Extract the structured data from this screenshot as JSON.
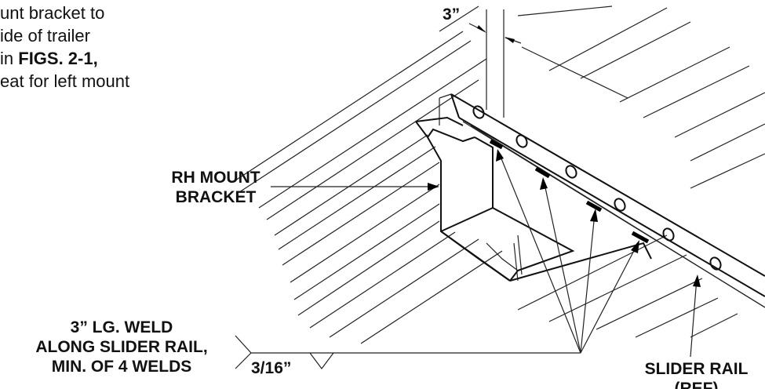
{
  "intro_text": {
    "line1": "unt bracket to",
    "line2": "ide of trailer",
    "line3_plain": "in ",
    "line3_bold": "FIGS. 2-1,",
    "line4": "eat for left mount"
  },
  "labels": {
    "dimension_top": "3”",
    "rh_mount_bracket_line1": "RH MOUNT",
    "rh_mount_bracket_line2": "BRACKET",
    "weld_note_line1": "3” LG. WELD",
    "weld_note_line2": "ALONG SLIDER RAIL,",
    "weld_note_line3": "MIN. OF 4 WELDS",
    "weld_size": "3/16”",
    "slider_rail_line1": "SLIDER RAIL",
    "slider_rail_line2": "(REF)"
  }
}
